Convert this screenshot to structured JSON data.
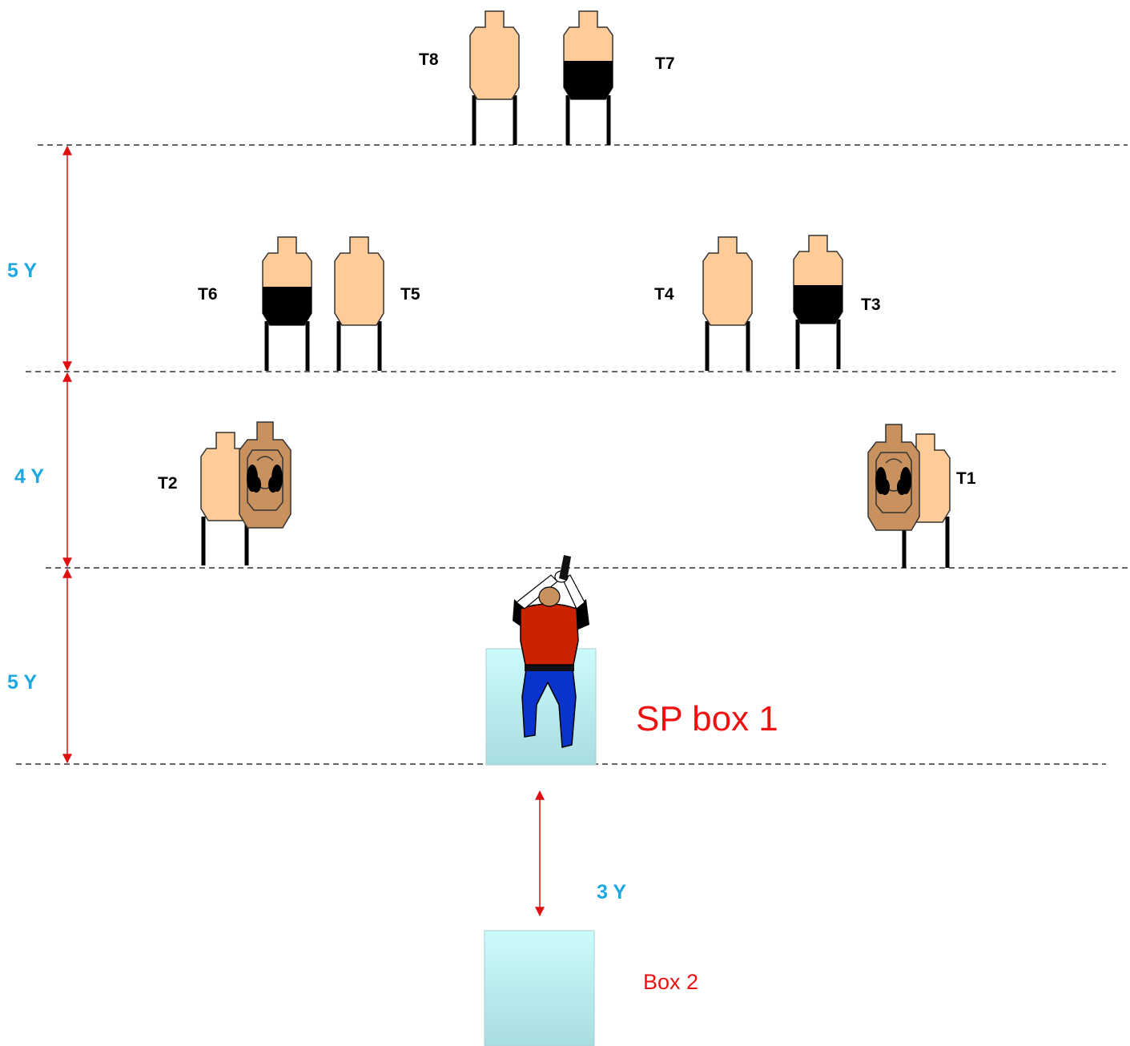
{
  "colors": {
    "distance_label": "#1fa8e0",
    "box_label": "#ee1111",
    "arrow": "#e01010",
    "target_fill": "#ffcc99",
    "ipsc_fill": "#c8915e",
    "box_fill_top": "#ccfbfb",
    "box_fill_bottom": "#a8dde2",
    "shirt": "#cc2200",
    "pants": "#0a33cc"
  },
  "targets": {
    "t1": "T1",
    "t2": "T2",
    "t3": "T3",
    "t4": "T4",
    "t5": "T5",
    "t6": "T6",
    "t7": "T7",
    "t8": "T8"
  },
  "distances": {
    "row1": "5 Y",
    "row2": "4 Y",
    "row3": "5 Y",
    "boxes": "3 Y"
  },
  "boxes": {
    "box1": "SP box 1",
    "box2": "Box 2"
  }
}
